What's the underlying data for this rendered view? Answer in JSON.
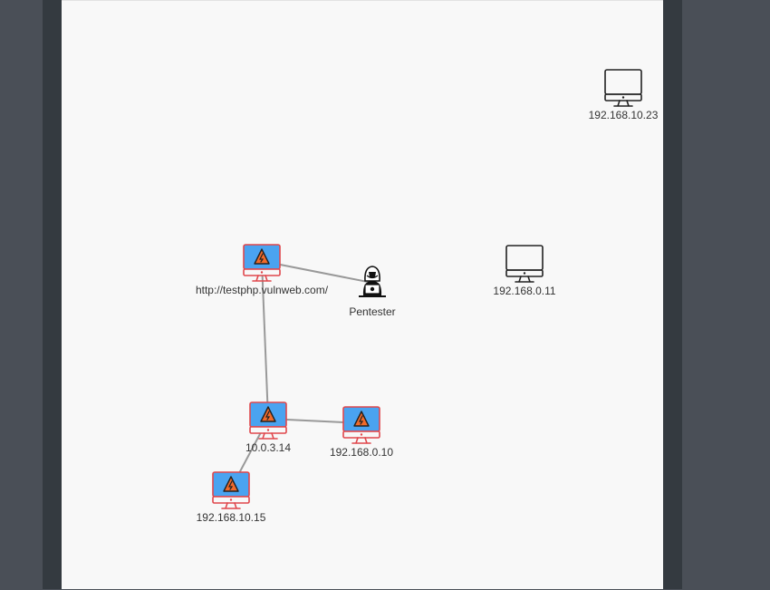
{
  "graph": {
    "edge_color": "#999999",
    "nodes": [
      {
        "id": "n1",
        "label": "192.168.10.23",
        "kind": "host",
        "icon": "monitor-icon"
      },
      {
        "id": "n2",
        "label": "http://testphp.vulnweb.com/",
        "kind": "vulnerable",
        "icon": "vulnerable-monitor-icon"
      },
      {
        "id": "n3",
        "label": "Pentester",
        "kind": "attacker",
        "icon": "hacker-icon"
      },
      {
        "id": "n4",
        "label": "192.168.0.11",
        "kind": "host",
        "icon": "monitor-icon"
      },
      {
        "id": "n5",
        "label": "10.0.3.14",
        "kind": "vulnerable",
        "icon": "vulnerable-monitor-icon"
      },
      {
        "id": "n6",
        "label": "192.168.0.10",
        "kind": "vulnerable",
        "icon": "vulnerable-monitor-icon"
      },
      {
        "id": "n7",
        "label": "192.168.10.15",
        "kind": "vulnerable",
        "icon": "vulnerable-monitor-icon"
      }
    ],
    "edges": [
      {
        "from": "n2",
        "to": "n3"
      },
      {
        "from": "n2",
        "to": "n5"
      },
      {
        "from": "n5",
        "to": "n6"
      },
      {
        "from": "n5",
        "to": "n7"
      }
    ],
    "colors": {
      "vulnerable_screen": "#4aa3f0",
      "vulnerable_frame": "#e0474c",
      "warning_fill": "#f06a2a",
      "host_frame": "#222222",
      "attacker": "#111111"
    }
  }
}
